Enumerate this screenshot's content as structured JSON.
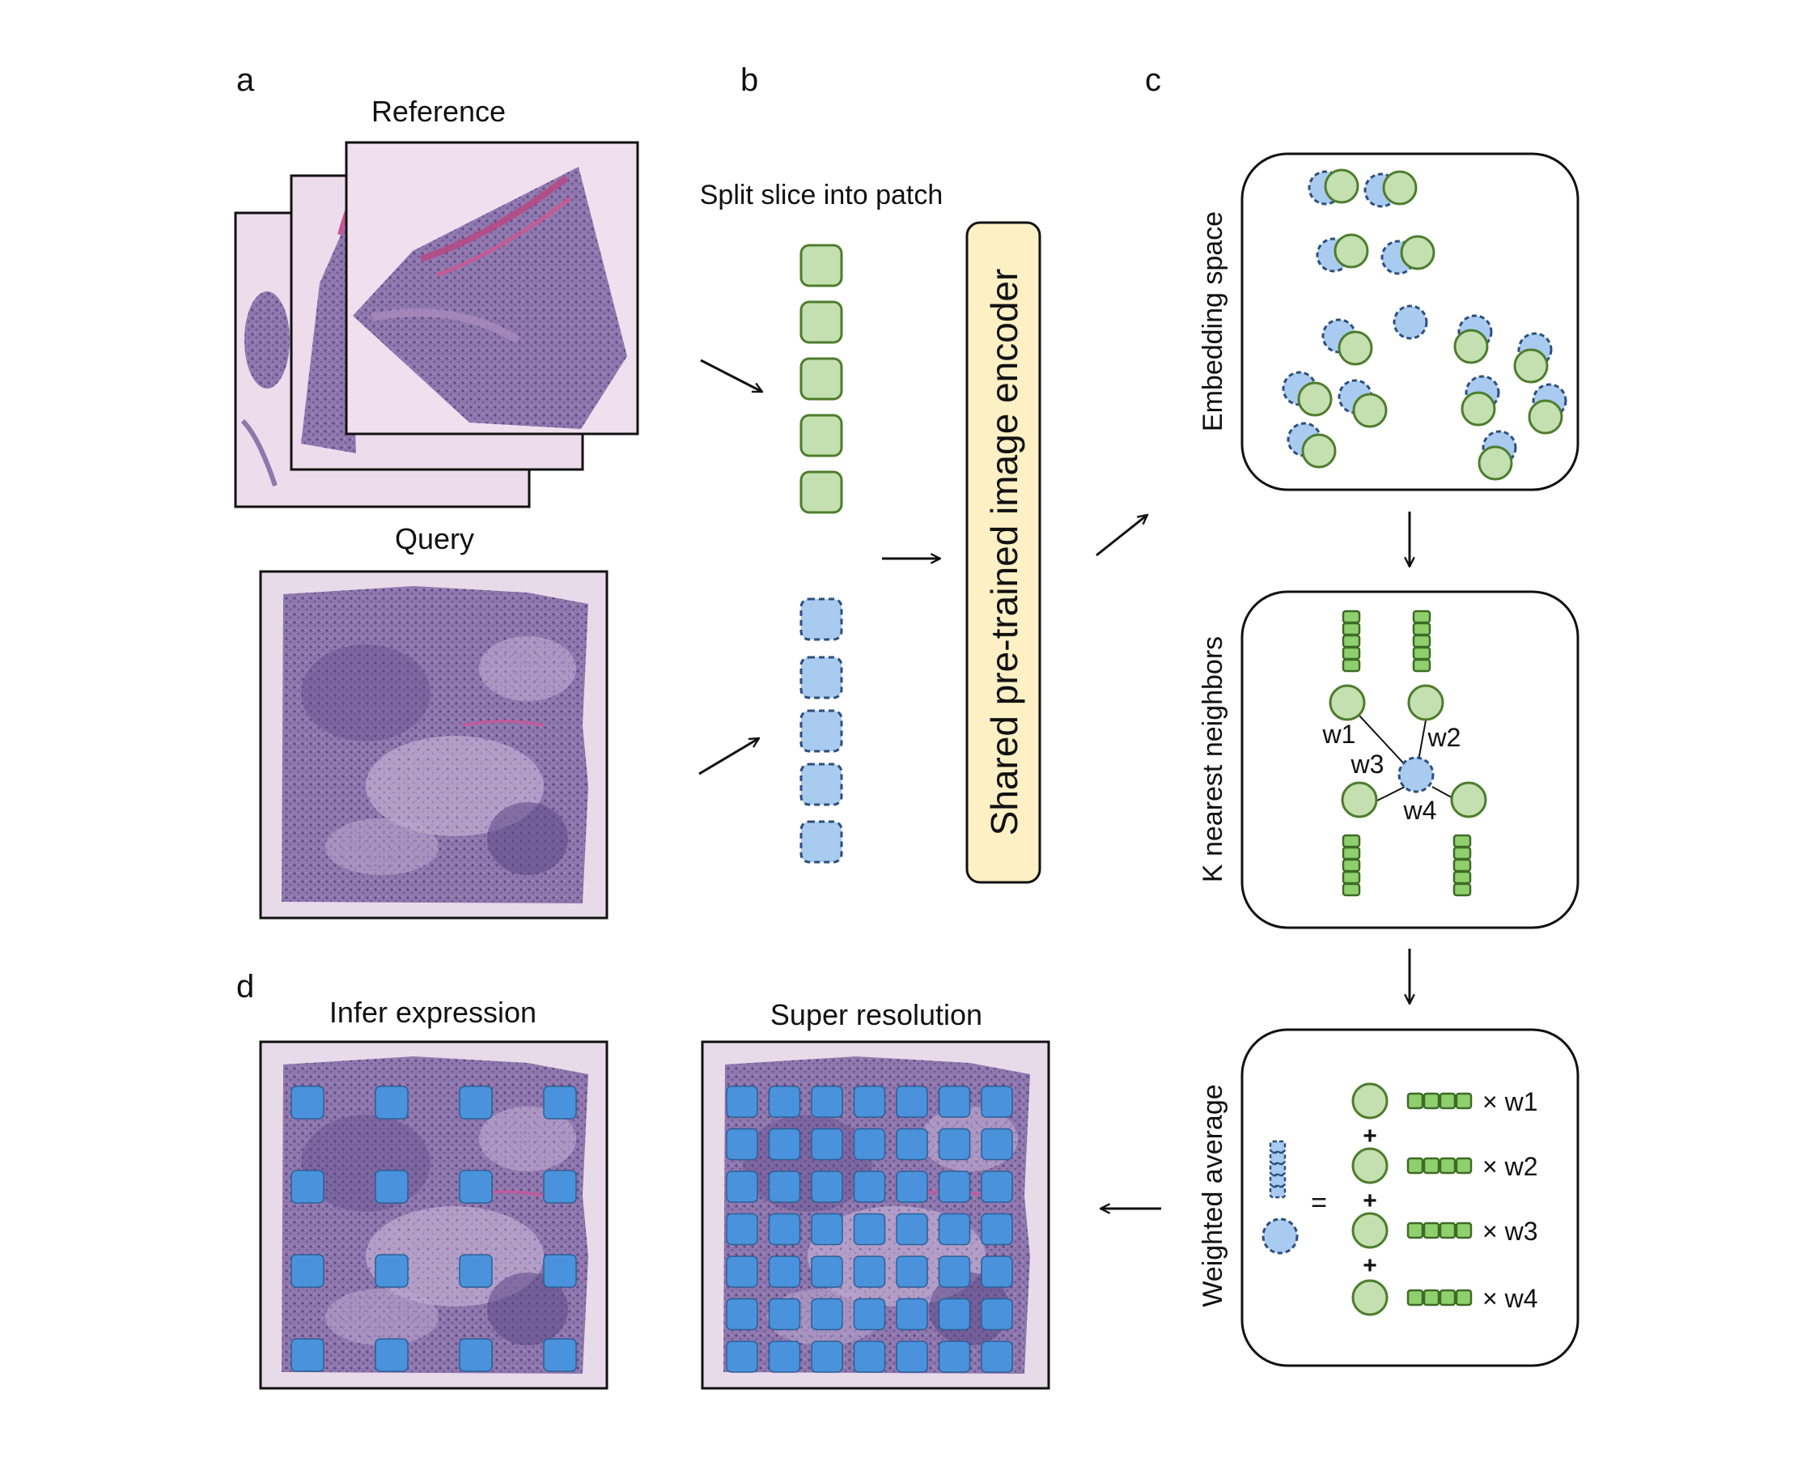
{
  "panels": {
    "a": {
      "letter": "a",
      "reference_label": "Reference",
      "query_label": "Query"
    },
    "b": {
      "letter": "b",
      "split_label": "Split slice into patch",
      "encoder_label": "Shared pre-trained image encoder"
    },
    "c": {
      "letter": "c",
      "embedding_label": "Embedding space",
      "knn_label": "K nearest neighbors",
      "weighted_label": "Weighted average",
      "weights": [
        "w1",
        "w2",
        "w3",
        "w4"
      ],
      "equals_sign": "=",
      "plus_sign": "+",
      "times_labels": [
        "× w1",
        "× w2",
        "× w3",
        "× w4"
      ]
    },
    "d": {
      "letter": "d",
      "infer_label": "Infer expression",
      "super_label": "Super resolution"
    }
  },
  "colors": {
    "reference_green_fill": "#c4e0b0",
    "reference_green_stroke": "#4e7d2e",
    "query_blue_fill": "#a9cbef",
    "query_blue_stroke": "#2d4e7e",
    "encoder_fill": "#fdf0c4",
    "spot_blue": "#4a93dc",
    "tissue_pink": "#e7d3e6",
    "tissue_purple": "#8d77ad"
  }
}
